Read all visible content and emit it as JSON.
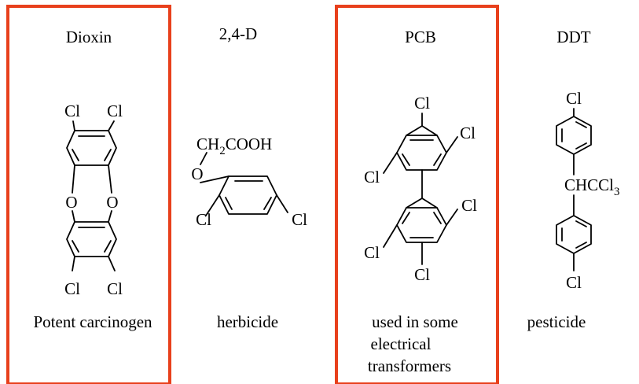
{
  "highlight_color": "#e8401c",
  "compounds": [
    {
      "name": "Dioxin",
      "description": "Potent carcinogen",
      "atoms": {
        "cl1": "Cl",
        "cl2": "Cl",
        "o1": "O",
        "o2": "O",
        "cl3": "Cl",
        "cl4": "Cl"
      },
      "highlighted": true
    },
    {
      "name": "2,4-D",
      "description": "herbicide",
      "atoms": {
        "chain_a": "CH",
        "chain_sub": "2",
        "chain_b": "COOH",
        "o": "O",
        "cl1": "Cl",
        "cl2": "Cl"
      },
      "highlighted": false
    },
    {
      "name": "PCB",
      "description_lines": [
        "used in some",
        "electrical",
        "transformers"
      ],
      "atoms": {
        "cl1": "Cl",
        "cl2": "Cl",
        "cl3": "Cl",
        "cl4": "Cl",
        "cl5": "Cl",
        "cl6": "Cl"
      },
      "highlighted": true
    },
    {
      "name": "DDT",
      "description": "pesticide",
      "atoms": {
        "cl_top": "Cl",
        "chain_a": "CHCCl",
        "chain_sub": "3",
        "cl_bottom": "Cl"
      },
      "highlighted": false
    }
  ]
}
